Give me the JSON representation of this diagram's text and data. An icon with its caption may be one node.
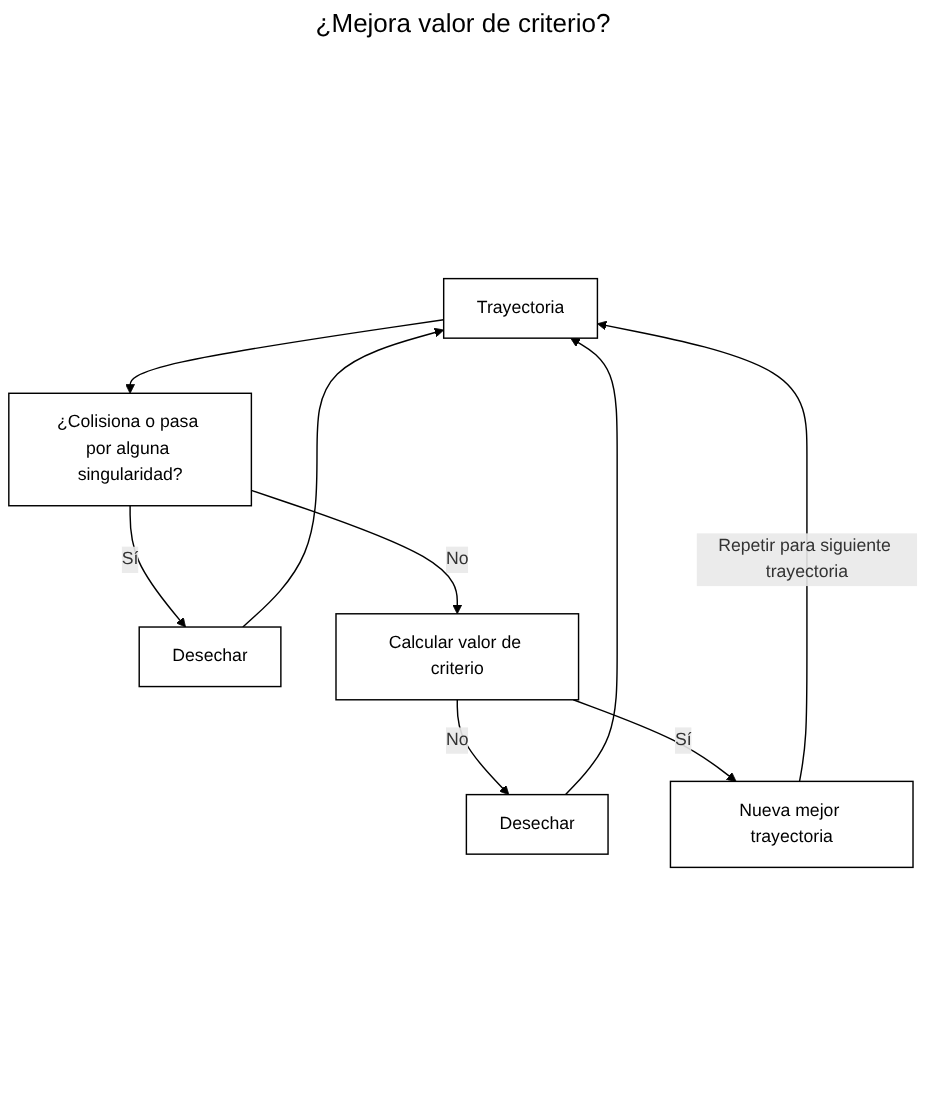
{
  "diagram": {
    "nodes": [
      {
        "text": [
          "Trayectoria"
        ]
      },
      {
        "text": [
          "¿Colisiona o pasa por alguna singularidad?"
        ]
      },
      {
        "text": [
          "Desechar"
        ]
      },
      {
        "text": [
          "Calcular valor de criterio"
        ]
      },
      {
        "text": [
          "Desechar"
        ]
      },
      {
        "text": [
          "Nueva mejor trayectoria"
        ]
      }
    ],
    "edges": [
      {
        "from": 0,
        "to": 1,
        "arrow": "to"
      },
      {
        "from": 1,
        "to": 2,
        "label": "Sí",
        "arrow": "to"
      },
      {
        "from": 1,
        "to": 3,
        "label": "No",
        "arrow": "to"
      },
      {
        "from": 3,
        "to": 4,
        "label": "No",
        "arrow": "to"
      },
      {
        "from": 3,
        "to": 5,
        "label": "Sí",
        "arrow": "to"
      },
      {
        "from": 2,
        "to": 0,
        "arrow": "to"
      },
      {
        "from": 4,
        "to": 0,
        "arrow": "to"
      },
      {
        "from": 5,
        "to": 0,
        "label": "Repetir para siguiente trayectoria",
        "arrow": "to"
      }
    ],
    "labels": [
      "¿Mejora valor de criterio?"
    ]
  }
}
